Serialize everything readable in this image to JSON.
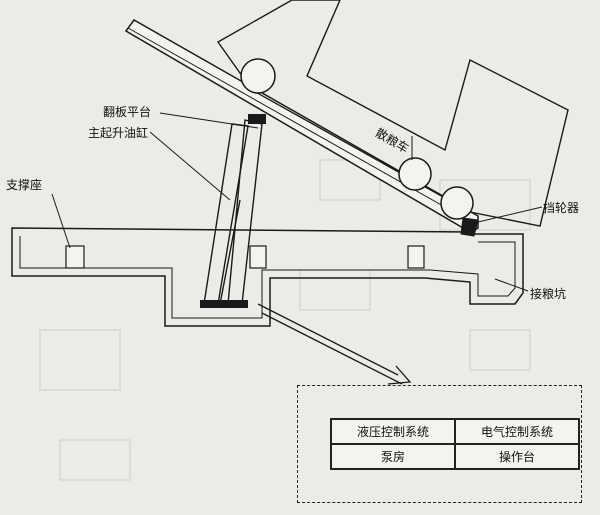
{
  "labels": {
    "platform": "翻板平台",
    "cylinder": "主起升油缸",
    "support": "支撑座",
    "grain_truck": "散粮车",
    "wheel_stop": "挡轮器",
    "grain_pit": "接粮坑"
  },
  "systems_table": {
    "rows": [
      [
        "液压控制系统",
        "电气控制系统"
      ],
      [
        "泵房",
        "操作台"
      ]
    ]
  },
  "colors": {
    "background": "#ecebe7",
    "line": "#1a1a1a",
    "faint_background_print": "#c9c7c1"
  }
}
